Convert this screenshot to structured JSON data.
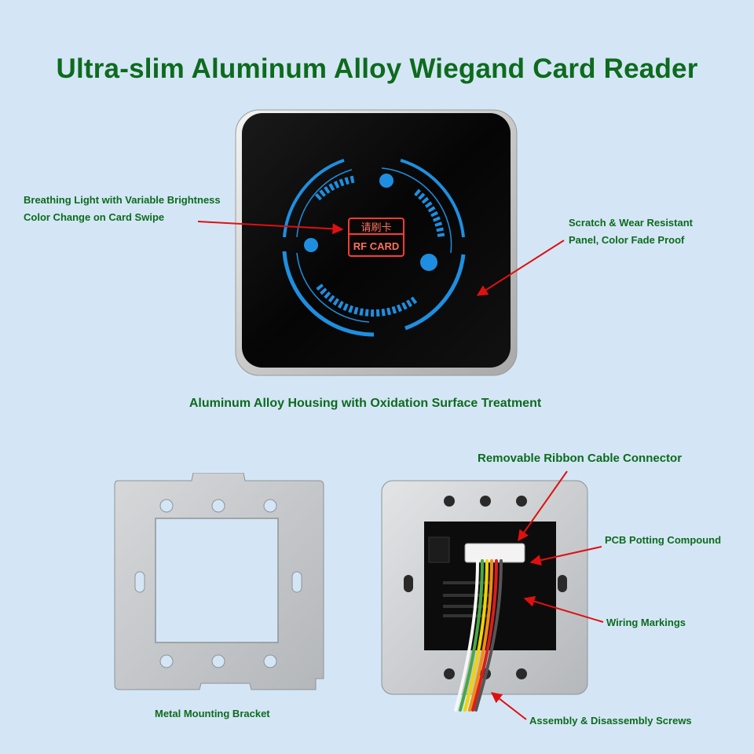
{
  "title": "Ultra-slim Aluminum Alloy Wiegand Card Reader",
  "reader_panel": {
    "badge_top": "请刷卡",
    "badge_bottom": "RF CARD"
  },
  "labels": {
    "breathing_light_line1": "Breathing Light with Variable Brightness",
    "breathing_light_line2": "Color Change on Card Swipe",
    "scratch_line1": "Scratch & Wear Resistant",
    "scratch_line2": "Panel, Color Fade Proof",
    "housing": "Aluminum Alloy Housing with Oxidation Surface Treatment",
    "ribbon_connector": "Removable Ribbon Cable Connector",
    "pcb_potting": "PCB Potting Compound",
    "wiring_markings": "Wiring Markings",
    "bracket": "Metal Mounting Bracket",
    "screws": "Assembly & Disassembly Screws"
  },
  "colors": {
    "background": "#d4e6f6",
    "text_green": "#0d6b1d",
    "arrow_red": "#e01010",
    "ring_blue": "#1e8fe0",
    "badge_red": "#ff3b30"
  }
}
